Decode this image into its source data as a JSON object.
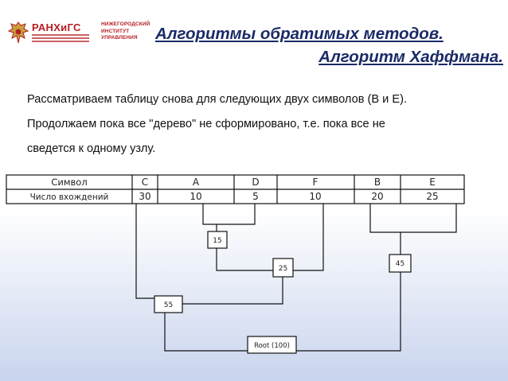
{
  "logos": {
    "ranepa": "РАНХиГС",
    "institute_lines": [
      "НИЖЕГОРОДСКИЙ",
      "ИНСТИТУТ",
      "УПРАВЛЕНИЯ"
    ]
  },
  "title": {
    "line1": "Алгоритмы обратимых методов.",
    "line2": "Алгоритм Хаффмана."
  },
  "body": {
    "p1": "Рассматриваем таблицу снова для следующих двух символов (В и Е).",
    "p2": "Продолжаем пока все \"дерево\" не сформировано, т.е. пока все не",
    "p3": "сведется к одному узлу."
  },
  "table": {
    "row1_label": "Символ",
    "row2_label": "Число вхождений",
    "symbols": [
      "C",
      "A",
      "D",
      "F",
      "B",
      "E"
    ],
    "counts": [
      "30",
      "10",
      "5",
      "10",
      "20",
      "25"
    ]
  },
  "nodes": {
    "n15": "15",
    "n25": "25",
    "n45": "45",
    "n55": "55",
    "root": "Root (100)"
  }
}
